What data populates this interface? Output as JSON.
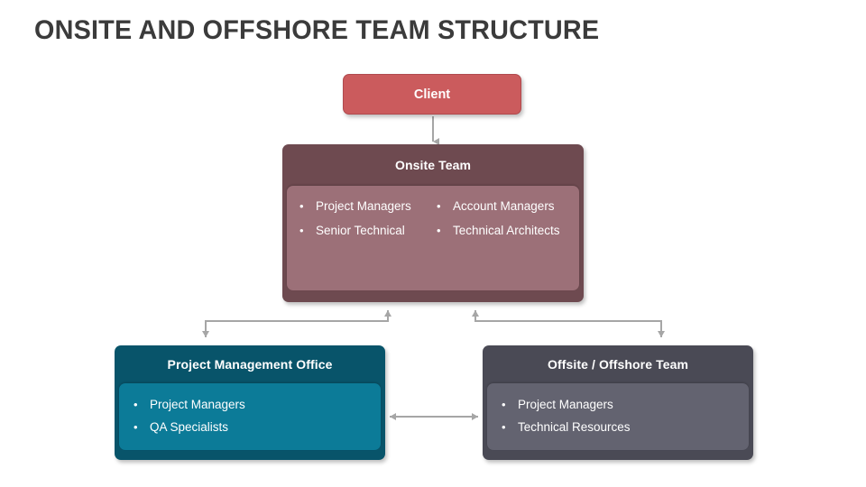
{
  "page": {
    "title": "ONSITE AND OFFSHORE TEAM STRUCTURE"
  },
  "colors": {
    "title_text": "#3b3b3b",
    "client_fill": "#cb5b5d",
    "client_border": "#b04a4e",
    "onsite_header": "#6e4a50",
    "onsite_body": "#9c7078",
    "pmo_header": "#08546a",
    "pmo_body": "#0c7b98",
    "offshore_header": "#4a4a55",
    "offshore_body": "#636370",
    "connector": "#a6a6a6",
    "background": "#ffffff"
  },
  "nodes": {
    "client": {
      "label": "Client"
    },
    "onsite": {
      "header": "Onsite Team",
      "columns": [
        {
          "items": [
            "Project Managers",
            "Senior Technical"
          ]
        },
        {
          "items": [
            "Account Managers",
            "Technical Architects"
          ]
        }
      ]
    },
    "pmo": {
      "header": "Project Management Office",
      "items": [
        "Project Managers",
        "QA Specialists"
      ]
    },
    "offshore": {
      "header": "Offsite / Offshore Team",
      "items": [
        "Project Managers",
        "Technical Resources"
      ]
    }
  },
  "connectors": [
    {
      "name": "client-to-onsite",
      "type": "vertical-arrow-down"
    },
    {
      "name": "onsite-to-pmo",
      "type": "elbow-double-arrow"
    },
    {
      "name": "onsite-to-offshore",
      "type": "elbow-double-arrow"
    },
    {
      "name": "pmo-to-offshore",
      "type": "horizontal-double-arrow"
    }
  ]
}
